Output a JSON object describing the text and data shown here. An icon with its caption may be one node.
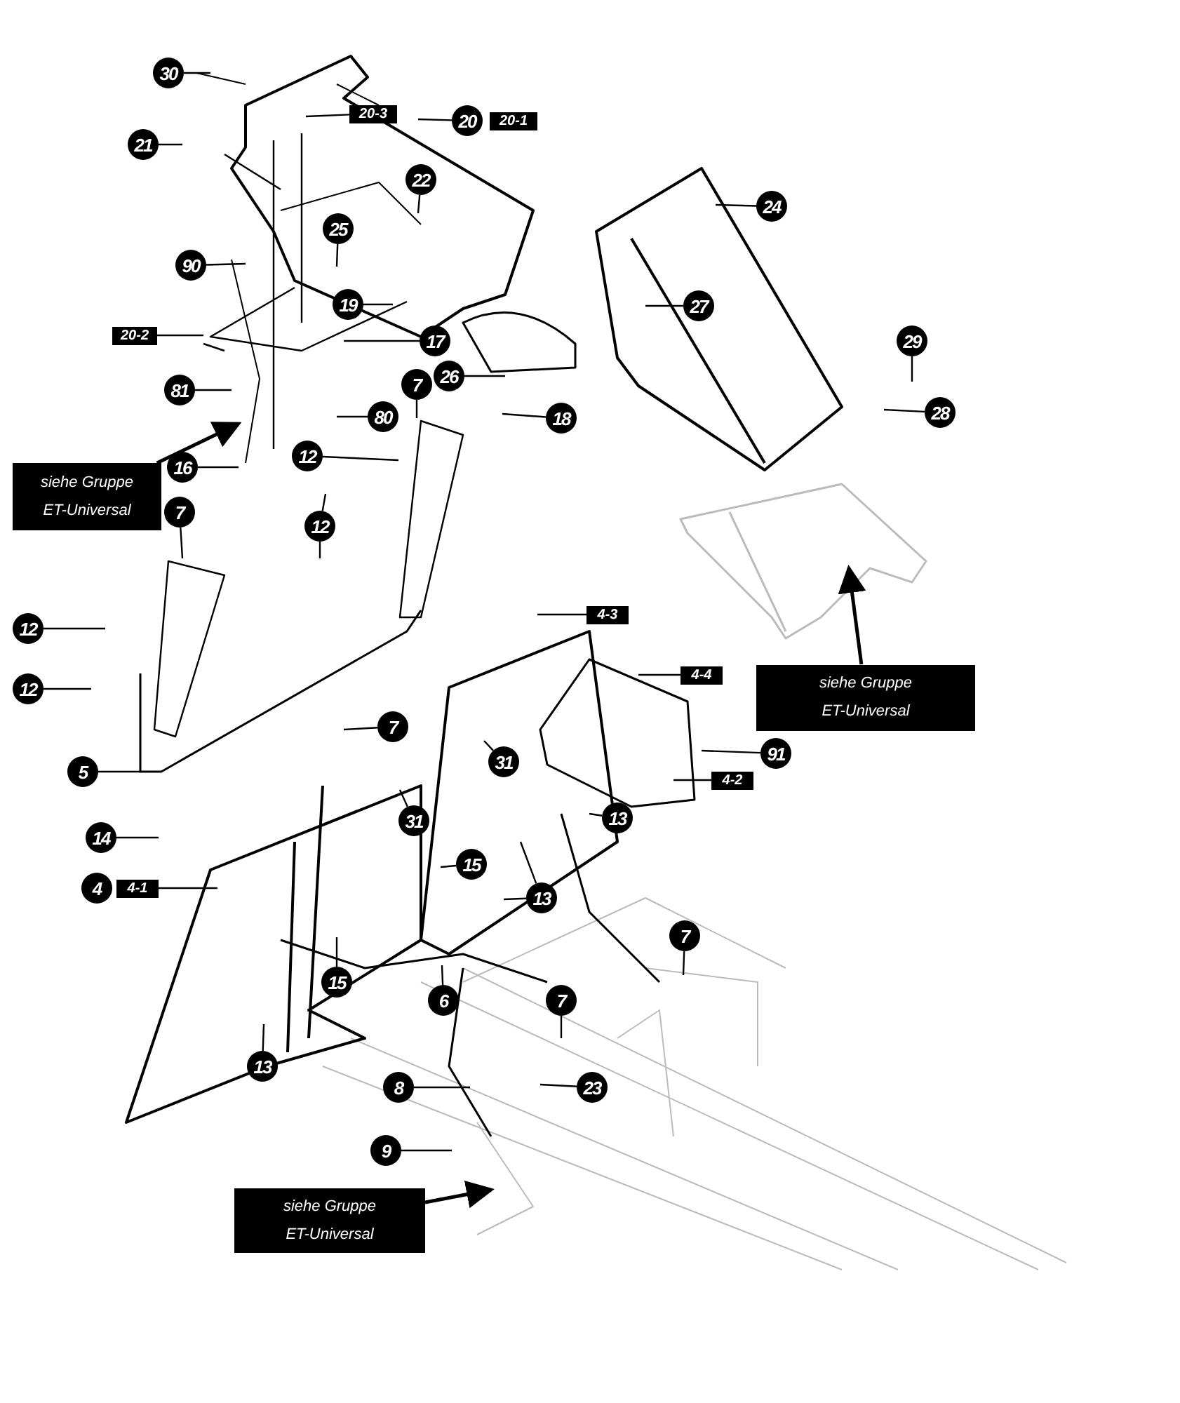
{
  "diagram": {
    "nodes": [
      {
        "text": [
          "30"
        ]
      },
      {
        "text": [
          "20"
        ]
      },
      {
        "text": [
          "20-1"
        ]
      },
      {
        "text": [
          "20-3"
        ]
      },
      {
        "text": [
          "21"
        ]
      },
      {
        "text": [
          "22"
        ]
      },
      {
        "text": [
          "25"
        ]
      },
      {
        "text": [
          "90"
        ]
      },
      {
        "text": [
          "24"
        ]
      },
      {
        "text": [
          "19"
        ]
      },
      {
        "text": [
          "20-2"
        ]
      },
      {
        "text": [
          "17"
        ]
      },
      {
        "text": [
          "27"
        ]
      },
      {
        "text": [
          "26"
        ]
      },
      {
        "text": [
          "7"
        ]
      },
      {
        "text": [
          "81"
        ]
      },
      {
        "text": [
          "29"
        ]
      },
      {
        "text": [
          "18"
        ]
      },
      {
        "text": [
          "80"
        ]
      },
      {
        "text": [
          "28"
        ]
      },
      {
        "text": [
          "16"
        ]
      },
      {
        "text": [
          "12"
        ]
      },
      {
        "text": [
          "siehe Gruppe ET-Universal"
        ]
      },
      {
        "text": [
          "7"
        ]
      },
      {
        "text": [
          "12"
        ]
      },
      {
        "text": [
          "12"
        ]
      },
      {
        "text": [
          "4-3"
        ]
      },
      {
        "text": [
          "siehe Gruppe ET-Universal"
        ]
      },
      {
        "text": [
          "4-4"
        ]
      },
      {
        "text": [
          "12"
        ]
      },
      {
        "text": [
          "7"
        ]
      },
      {
        "text": [
          "91"
        ]
      },
      {
        "text": [
          "31"
        ]
      },
      {
        "text": [
          "5"
        ]
      },
      {
        "text": [
          "4-2"
        ]
      },
      {
        "text": [
          "13"
        ]
      },
      {
        "text": [
          "31"
        ]
      },
      {
        "text": [
          "14"
        ]
      },
      {
        "text": [
          "15"
        ]
      },
      {
        "text": [
          "4"
        ]
      },
      {
        "text": [
          "4-1"
        ]
      },
      {
        "text": [
          "13"
        ]
      },
      {
        "text": [
          "7"
        ]
      },
      {
        "text": [
          "15"
        ]
      },
      {
        "text": [
          "6"
        ]
      },
      {
        "text": [
          "7"
        ]
      },
      {
        "text": [
          "13"
        ]
      },
      {
        "text": [
          "8"
        ]
      },
      {
        "text": [
          "23"
        ]
      },
      {
        "text": [
          "9"
        ]
      },
      {
        "text": [
          "siehe Gruppe ET-Universal"
        ]
      }
    ],
    "edges": [
      {
        "from": 0,
        "to": null,
        "arrow": "none"
      },
      {
        "from": 1,
        "to": null,
        "arrow": "none"
      },
      {
        "from": 3,
        "to": null,
        "arrow": "none"
      },
      {
        "from": 4,
        "to": null,
        "arrow": "none"
      },
      {
        "from": 5,
        "to": null,
        "arrow": "none"
      },
      {
        "from": 6,
        "to": null,
        "arrow": "none"
      },
      {
        "from": 7,
        "to": null,
        "arrow": "none"
      },
      {
        "from": 8,
        "to": null,
        "arrow": "none"
      },
      {
        "from": 9,
        "to": null,
        "arrow": "none"
      },
      {
        "from": 10,
        "to": null,
        "arrow": "none"
      },
      {
        "from": 11,
        "to": null,
        "arrow": "none"
      },
      {
        "from": 12,
        "to": null,
        "arrow": "none"
      },
      {
        "from": 13,
        "to": null,
        "arrow": "none"
      },
      {
        "from": 14,
        "to": null,
        "arrow": "none"
      },
      {
        "from": 15,
        "to": null,
        "arrow": "none"
      },
      {
        "from": 16,
        "to": null,
        "arrow": "none"
      },
      {
        "from": 17,
        "to": null,
        "arrow": "none"
      },
      {
        "from": 18,
        "to": null,
        "arrow": "none"
      },
      {
        "from": 19,
        "to": null,
        "arrow": "none"
      },
      {
        "from": 20,
        "to": null,
        "arrow": "none"
      },
      {
        "from": 21,
        "to": null,
        "arrow": "none"
      },
      {
        "from": 22,
        "to": null,
        "arrow": "to"
      },
      {
        "from": 23,
        "to": null,
        "arrow": "none"
      },
      {
        "from": 24,
        "to": null,
        "arrow": "none"
      },
      {
        "from": 24,
        "to": null,
        "arrow": "none"
      },
      {
        "from": 25,
        "to": null,
        "arrow": "none"
      },
      {
        "from": 26,
        "to": null,
        "arrow": "none"
      },
      {
        "from": 27,
        "to": null,
        "arrow": "to"
      },
      {
        "from": 28,
        "to": null,
        "arrow": "none"
      },
      {
        "from": 29,
        "to": null,
        "arrow": "none"
      },
      {
        "from": 30,
        "to": null,
        "arrow": "none"
      },
      {
        "from": 31,
        "to": null,
        "arrow": "none"
      },
      {
        "from": 32,
        "to": null,
        "arrow": "none"
      },
      {
        "from": 33,
        "to": null,
        "arrow": "none"
      },
      {
        "from": 34,
        "to": null,
        "arrow": "none"
      },
      {
        "from": 35,
        "to": null,
        "arrow": "none"
      },
      {
        "from": 36,
        "to": null,
        "arrow": "none"
      },
      {
        "from": 37,
        "to": null,
        "arrow": "none"
      },
      {
        "from": 38,
        "to": null,
        "arrow": "none"
      },
      {
        "from": 40,
        "to": null,
        "arrow": "none"
      },
      {
        "from": 41,
        "to": null,
        "arrow": "none"
      },
      {
        "from": 41,
        "to": null,
        "arrow": "none"
      },
      {
        "from": 42,
        "to": null,
        "arrow": "none"
      },
      {
        "from": 43,
        "to": null,
        "arrow": "none"
      },
      {
        "from": 44,
        "to": null,
        "arrow": "none"
      },
      {
        "from": 45,
        "to": null,
        "arrow": "none"
      },
      {
        "from": 46,
        "to": null,
        "arrow": "none"
      },
      {
        "from": 47,
        "to": null,
        "arrow": "none"
      },
      {
        "from": 48,
        "to": null,
        "arrow": "none"
      },
      {
        "from": 49,
        "to": null,
        "arrow": "none"
      },
      {
        "from": 50,
        "to": null,
        "arrow": "to"
      }
    ]
  }
}
